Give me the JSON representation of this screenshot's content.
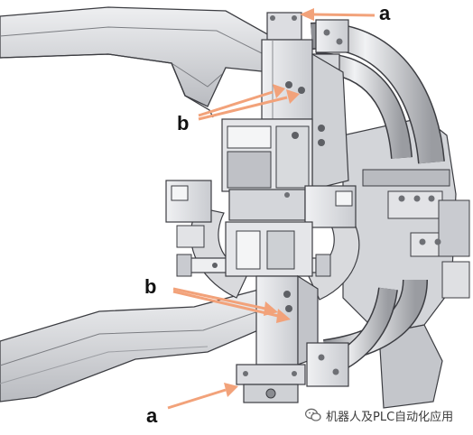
{
  "figure": {
    "labels": {
      "a_top": "a",
      "b_top": "b",
      "b_bottom": "b",
      "a_bottom": "a"
    },
    "watermark": {
      "text": "机器人及PLC自动化应用",
      "icon": "wechat-icon"
    },
    "colors": {
      "arrow": "#f2a27a",
      "metal_light": "#e6e7ea",
      "metal_mid": "#c4c6cb",
      "metal_dark": "#8a8c91",
      "outline": "#3c3d42"
    }
  }
}
